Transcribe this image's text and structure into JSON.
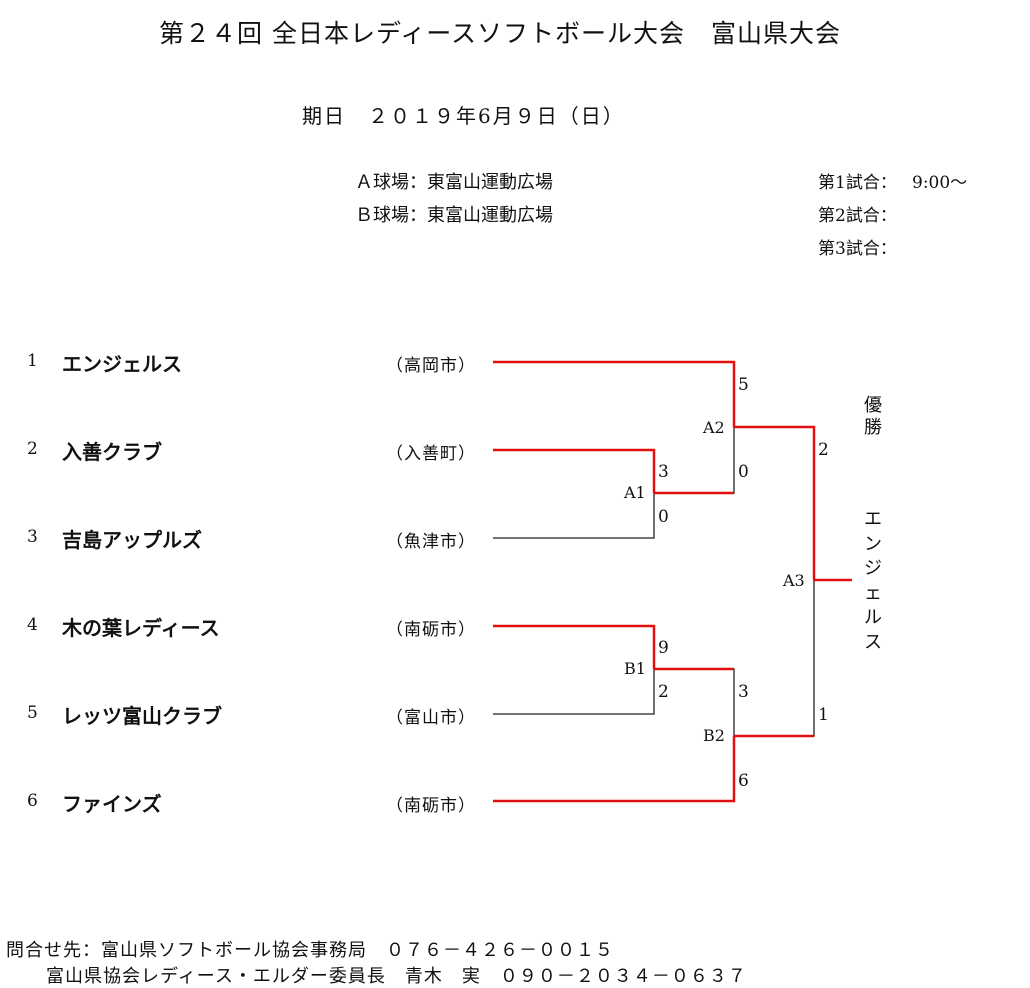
{
  "title": "第２４回 全日本レディースソフトボール大会　富山県大会",
  "date": "期日　２０１９年6月９日（日）",
  "venues": [
    "Ａ球場：東富山運動広場",
    "Ｂ球場：東富山運動広場"
  ],
  "games": [
    {
      "label": "第1試合：",
      "time": "9:00～"
    },
    {
      "label": "第2試合：",
      "time": ""
    },
    {
      "label": "第3試合：",
      "time": ""
    }
  ],
  "teams": [
    {
      "seed": "1",
      "name": "エンジェルス",
      "city": "（高岡市）"
    },
    {
      "seed": "2",
      "name": "入善クラブ",
      "city": "（入善町）"
    },
    {
      "seed": "3",
      "name": "吉島アップルズ",
      "city": "（魚津市）"
    },
    {
      "seed": "4",
      "name": "木の葉レディース",
      "city": "（南砺市）"
    },
    {
      "seed": "5",
      "name": "レッツ富山クラブ",
      "city": "（富山市）"
    },
    {
      "seed": "6",
      "name": "ファインズ",
      "city": "（南砺市）"
    }
  ],
  "matches": {
    "A1": {
      "label": "A1",
      "top_score": "3",
      "bottom_score": "0"
    },
    "B1": {
      "label": "B1",
      "top_score": "9",
      "bottom_score": "2"
    },
    "A2": {
      "label": "A2",
      "top_score": "5",
      "bottom_score": "0"
    },
    "B2": {
      "label": "B2",
      "top_score": "3",
      "bottom_score": "6"
    },
    "A3": {
      "label": "A3",
      "top_score": "2",
      "bottom_score": "1"
    }
  },
  "champion_heading": [
    "優",
    "勝"
  ],
  "champion_name": [
    "エ",
    "ン",
    "ジ",
    "ェ",
    "ル",
    "ス"
  ],
  "colors": {
    "winner_line": "#e01010",
    "loser_line": "#222222"
  },
  "contact": {
    "line1": "問合せ先：富山県ソフトボール協会事務局　０７６－４２６－００１５",
    "line2": "富山県協会レディース・エルダー委員長　青木　実　０９０－２０３４－０６３７"
  }
}
